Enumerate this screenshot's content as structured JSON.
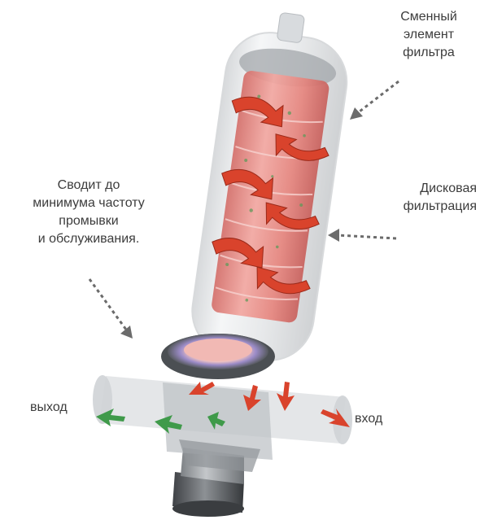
{
  "labels": {
    "replaceable_element": [
      "Сменный",
      "элемент",
      "фильтра"
    ],
    "disc_filtration": [
      "Дисковая",
      "фильтрация"
    ],
    "minimizes": [
      "Сводит до",
      "минимума частоту",
      "промывки",
      "и обслуживания."
    ],
    "outlet": "выход",
    "inlet": "вход"
  },
  "colors": {
    "arrow_red": "#d9432c",
    "arrow_green": "#3f9a4a",
    "cartridge": "#e88a84",
    "housing": "#c9cdd0",
    "dashed_arrow": "#6b6b6b"
  }
}
